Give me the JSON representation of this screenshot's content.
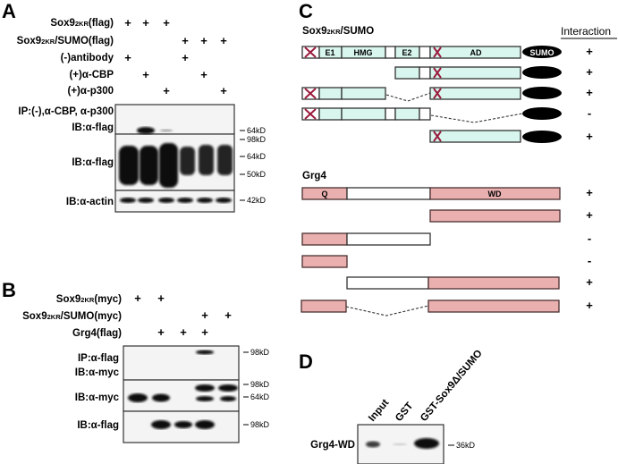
{
  "panels": {
    "a": "A",
    "b": "B",
    "c": "C",
    "d": "D"
  },
  "panel_a": {
    "rows": [
      {
        "pre": "Sox9",
        "sub": "2KR",
        "post": "(flag)",
        "lanes": [
          "+",
          "+",
          "+",
          "",
          "",
          ""
        ]
      },
      {
        "pre": "Sox9",
        "sub": "2KR",
        "post": "/SUMO(flag)",
        "lanes": [
          "",
          "",
          "",
          "+",
          "+",
          "+"
        ]
      },
      {
        "pre": "",
        "sub": "",
        "post": "(-)antibody",
        "lanes": [
          "+",
          "",
          "",
          "+",
          "",
          ""
        ]
      },
      {
        "pre": "",
        "sub": "",
        "post": "(+)α-CBP",
        "lanes": [
          "",
          "+",
          "",
          "",
          "+",
          ""
        ]
      },
      {
        "pre": "",
        "sub": "",
        "post": "(+)α-p300",
        "lanes": [
          "",
          "",
          "+",
          "",
          "",
          "+"
        ]
      }
    ],
    "blot1_label1": "IP:(-),α-CBP, α-p300",
    "blot1_label2": "IB:α-flag",
    "blot2_label": "IB:α-flag",
    "blot3_label": "IB:α-actin",
    "markers": {
      "m64a": "64kD",
      "m98": "98kD",
      "m64b": "64kD",
      "m50": "50kD",
      "m42": "42kD"
    }
  },
  "panel_b": {
    "rows": [
      {
        "pre": "Sox9",
        "sub": "2KR",
        "post": "(myc)"
      },
      {
        "pre": "Sox9",
        "sub": "2KR",
        "post": "/SUMO(myc)"
      },
      {
        "pre": "",
        "sub": "",
        "post": "Grg4(flag)"
      }
    ],
    "plus": "+",
    "blot1_label1": "IP:α-flag",
    "blot1_label2": "IB:α-myc",
    "blot2_label": "IB:α-myc",
    "blot3_label": "IB:α-flag",
    "markers": {
      "m98a": "98kD",
      "m98b": "98kD",
      "m64": "64kD",
      "m98c": "98kD"
    }
  },
  "panel_c": {
    "sox_title_pre": "Sox9",
    "sox_title_sub": "2KR",
    "sox_title_post": "/SUMO",
    "interaction_header": "Interaction",
    "domains": {
      "e1": "E1",
      "hmg": "HMG",
      "e2": "E2",
      "ad": "AD",
      "sumo": "SUMO",
      "q": "Q",
      "wd": "WD"
    },
    "sox_interactions": [
      "+",
      "+",
      "+",
      "-",
      "+"
    ],
    "grg_title": "Grg4",
    "grg_interactions": [
      "+",
      "+",
      "-",
      "-",
      "+",
      "+"
    ]
  },
  "panel_d": {
    "lanes": [
      "Input",
      "GST",
      "GST-Sox9Δ/SUMO"
    ],
    "blot_label": "Grg4-WD",
    "marker": "36kD"
  }
}
